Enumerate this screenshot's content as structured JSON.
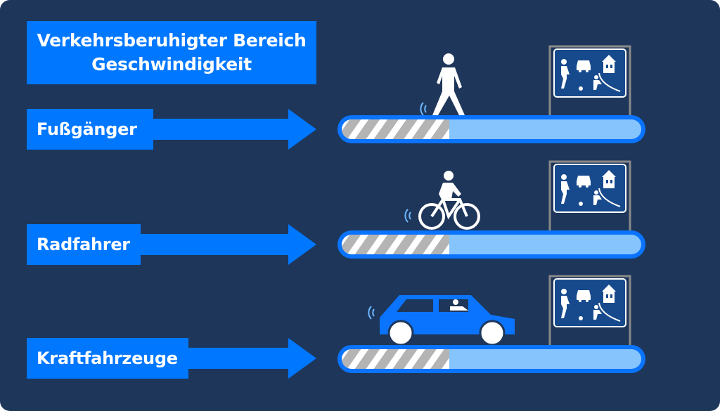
{
  "title": {
    "line1": "Verkehrsberuhigter Bereich",
    "line2": "Geschwindigkeit"
  },
  "colors": {
    "background": "#1e365a",
    "accent": "#0077ff",
    "bar_fill": "#85c4fc",
    "sign": "#174a8c"
  },
  "rows": [
    {
      "label": "Fußgänger",
      "icon": "pedestrian-icon",
      "speed_fraction": 0.36
    },
    {
      "label": "Radfahrer",
      "icon": "cyclist-icon",
      "speed_fraction": 0.36
    },
    {
      "label": "Kraftfahrzeuge",
      "icon": "car-icon",
      "speed_fraction": 0.36
    }
  ],
  "sign_icon": "traffic-calmed-area-sign-icon"
}
